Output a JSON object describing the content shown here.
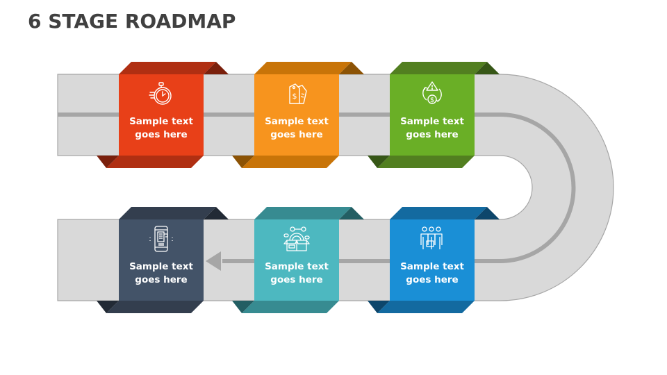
{
  "title": "6 STAGE ROADMAP",
  "road": {
    "fill": "#d9d9d9",
    "edge": "#a6a6a6",
    "lane_line": "#a6a6a6",
    "direction": "left-arrow"
  },
  "stages": [
    {
      "id": 1,
      "text_line1": "Sample text",
      "text_line2": "goes here",
      "icon": "stopwatch-icon",
      "color": "#e84018",
      "top_color": "#b02f12",
      "side_color": "#7a200c",
      "row": "top",
      "col": 0
    },
    {
      "id": 2,
      "text_line1": "Sample text",
      "text_line2": "goes here",
      "icon": "price-tag-icon",
      "color": "#f7941e",
      "top_color": "#c87408",
      "side_color": "#8c5305",
      "row": "top",
      "col": 1
    },
    {
      "id": 3,
      "text_line1": "Sample text",
      "text_line2": "goes here",
      "icon": "risk-cost-cycle-icon",
      "color": "#6aaf26",
      "top_color": "#527f20",
      "side_color": "#375717",
      "row": "top",
      "col": 2
    },
    {
      "id": 4,
      "text_line1": "Sample text",
      "text_line2": "goes here",
      "icon": "team-people-icon",
      "color": "#1a8fd6",
      "top_color": "#136aa0",
      "side_color": "#0d466b",
      "row": "bottom",
      "col": 2
    },
    {
      "id": 5,
      "text_line1": "Sample text",
      "text_line2": "goes here",
      "icon": "product-box-gear-icon",
      "color": "#4db8c0",
      "top_color": "#378b91",
      "side_color": "#235e63",
      "row": "bottom",
      "col": 1
    },
    {
      "id": 6,
      "text_line1": "Sample text",
      "text_line2": "goes here",
      "icon": "mobile-app-icon",
      "color": "#435368",
      "top_color": "#333e4e",
      "side_color": "#222a35",
      "row": "bottom",
      "col": 0
    }
  ]
}
